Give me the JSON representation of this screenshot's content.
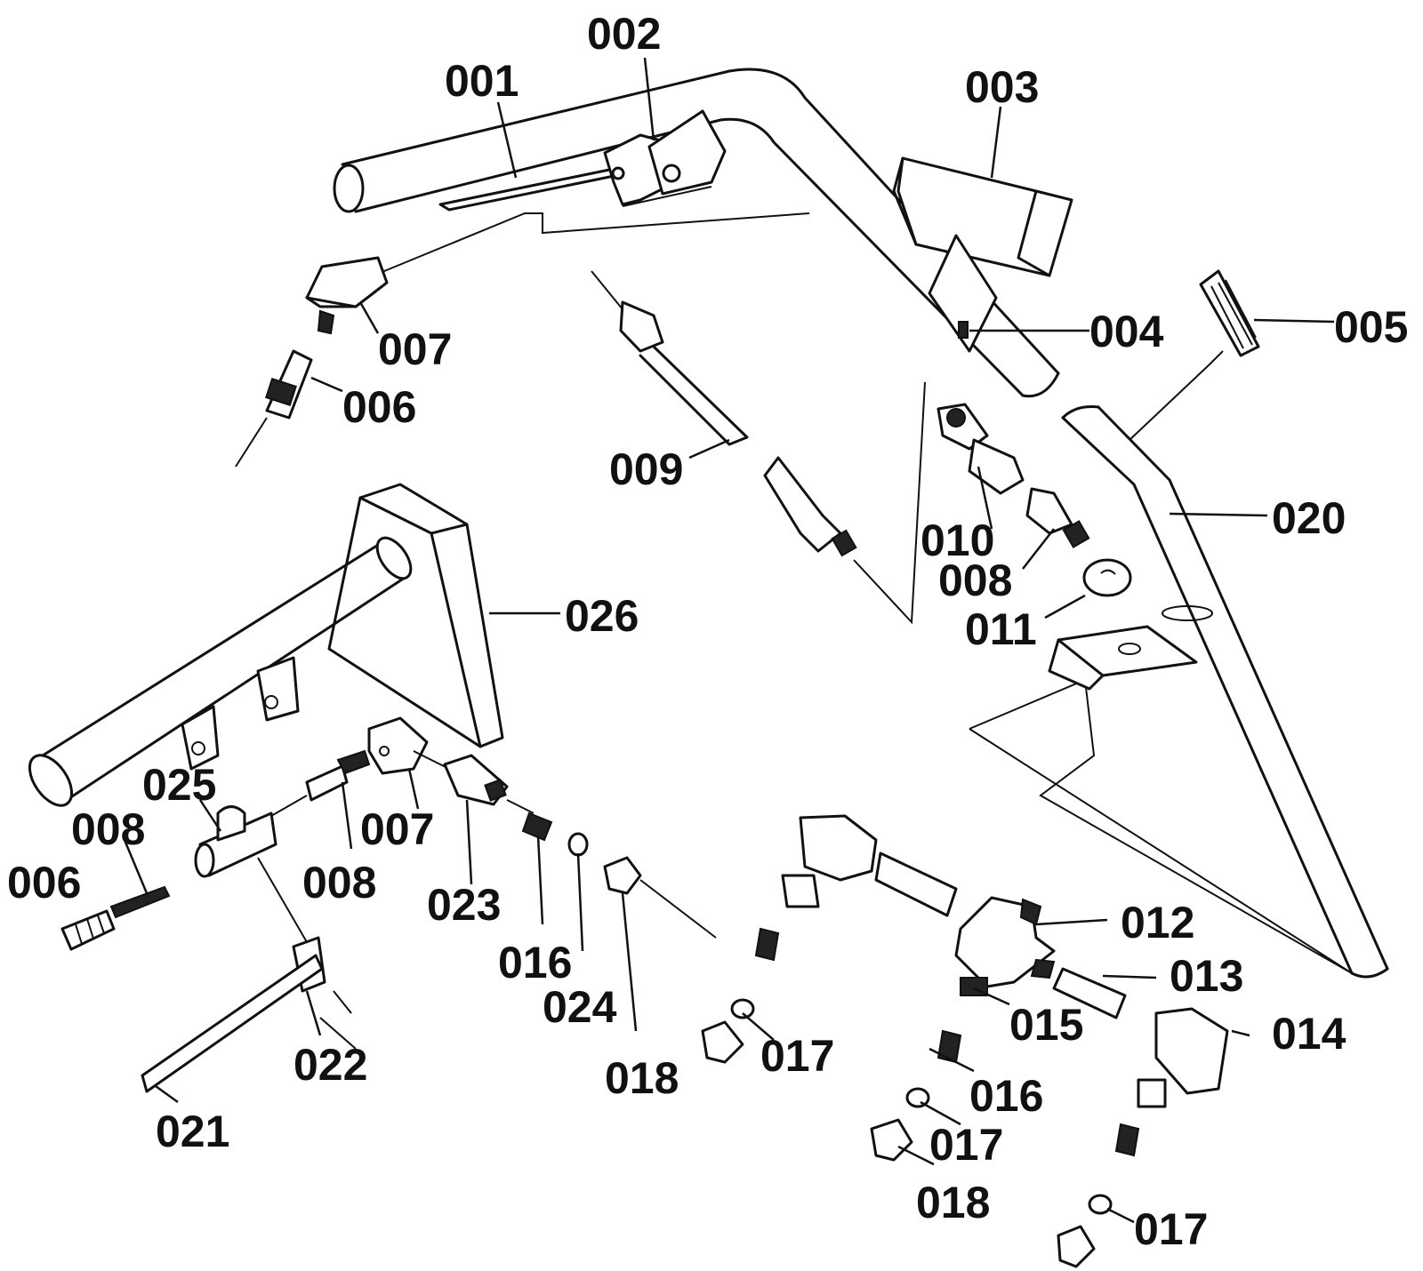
{
  "diagram": {
    "callouts": [
      {
        "id": "c001",
        "text": "001"
      },
      {
        "id": "c002",
        "text": "002"
      },
      {
        "id": "c003",
        "text": "003"
      },
      {
        "id": "c004",
        "text": "004"
      },
      {
        "id": "c005",
        "text": "005"
      },
      {
        "id": "c006a",
        "text": "006"
      },
      {
        "id": "c007a",
        "text": "007"
      },
      {
        "id": "c009",
        "text": "009"
      },
      {
        "id": "c010",
        "text": "010"
      },
      {
        "id": "c008a",
        "text": "008"
      },
      {
        "id": "c011",
        "text": "011"
      },
      {
        "id": "c020",
        "text": "020"
      },
      {
        "id": "c026",
        "text": "026"
      },
      {
        "id": "c025",
        "text": "025"
      },
      {
        "id": "c008b",
        "text": "008"
      },
      {
        "id": "c006b",
        "text": "006"
      },
      {
        "id": "c008c",
        "text": "008"
      },
      {
        "id": "c007b",
        "text": "007"
      },
      {
        "id": "c023",
        "text": "023"
      },
      {
        "id": "c016a",
        "text": "016"
      },
      {
        "id": "c024",
        "text": "024"
      },
      {
        "id": "c018a",
        "text": "018"
      },
      {
        "id": "c022",
        "text": "022"
      },
      {
        "id": "c021",
        "text": "021"
      },
      {
        "id": "c017a",
        "text": "017"
      },
      {
        "id": "c012",
        "text": "012"
      },
      {
        "id": "c013",
        "text": "013"
      },
      {
        "id": "c015",
        "text": "015"
      },
      {
        "id": "c014",
        "text": "014"
      },
      {
        "id": "c016b",
        "text": "016"
      },
      {
        "id": "c017b",
        "text": "017"
      },
      {
        "id": "c018b",
        "text": "018"
      },
      {
        "id": "c017c",
        "text": "017"
      }
    ]
  }
}
